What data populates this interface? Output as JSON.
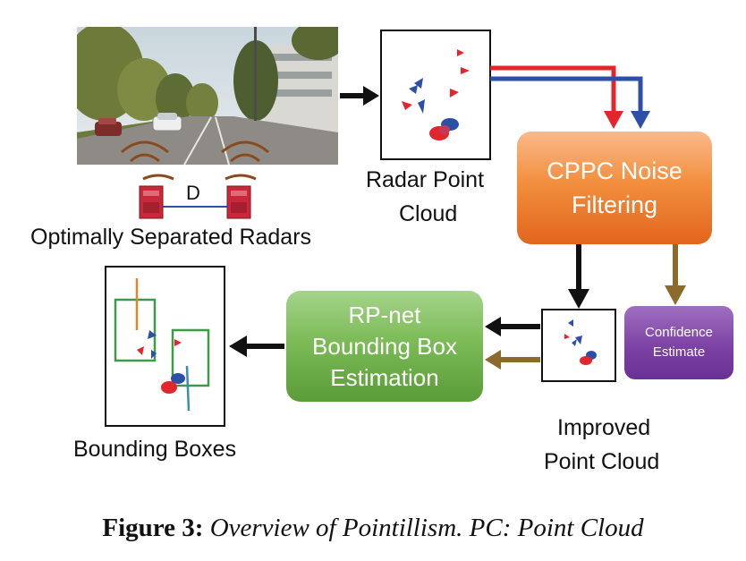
{
  "radars": {
    "distance_label": "D",
    "caption": "Optimally Separated Radars"
  },
  "radar_pc": {
    "label_line1": "Radar Point",
    "label_line2": "Cloud"
  },
  "cppc": {
    "line1": "CPPC Noise",
    "line2": "Filtering"
  },
  "confidence": {
    "line1": "Confidence",
    "line2": "Estimate"
  },
  "improved_pc": {
    "label_line1": "Improved",
    "label_line2": "Point Cloud"
  },
  "rpnet": {
    "line1": "RP-net",
    "line2": "Bounding Box",
    "line3": "Estimation"
  },
  "bboxes": {
    "label": "Bounding Boxes"
  },
  "figure": {
    "label": "Figure 3:",
    "text": "Overview of Pointillism. PC: Point Cloud"
  },
  "colors": {
    "arrow_black": "#111111",
    "arrow_red": "#e3262b",
    "arrow_blue": "#2c4fa8",
    "arrow_brown": "#8b6a2b",
    "orange": "#ef8a3a",
    "green": "#6fb24b",
    "purple": "#7a3fa2"
  }
}
